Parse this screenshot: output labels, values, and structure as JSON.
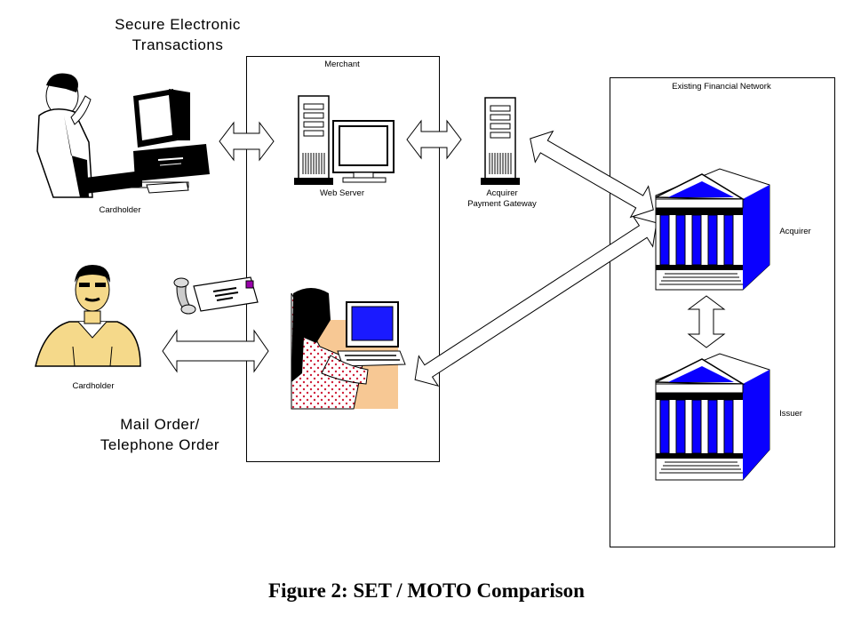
{
  "set_title": "Secure Electronic\nTransactions",
  "moto_title": "Mail Order/\nTelephone Order",
  "merchant": {
    "label": "Merchant",
    "web_server_label": "Web Server"
  },
  "gateway": {
    "label": "Acquirer\nPayment Gateway"
  },
  "financial_network": {
    "label": "Existing Financial Network",
    "acquirer_label": "Acquirer",
    "issuer_label": "Issuer"
  },
  "cardholder_set_label": "Cardholder",
  "cardholder_moto_label": "Cardholder",
  "caption": "Figure 2: SET / MOTO Comparison",
  "colors": {
    "bank_blue": "#0a00ff",
    "screen_blue": "#1a1aff",
    "skin": "#f5d98a",
    "desk": "#f7c894"
  },
  "icons": [
    "computer-user-icon",
    "server-icon",
    "gateway-server-icon",
    "bank-icon",
    "phone-icon",
    "envelope-icon",
    "operator-icon"
  ]
}
